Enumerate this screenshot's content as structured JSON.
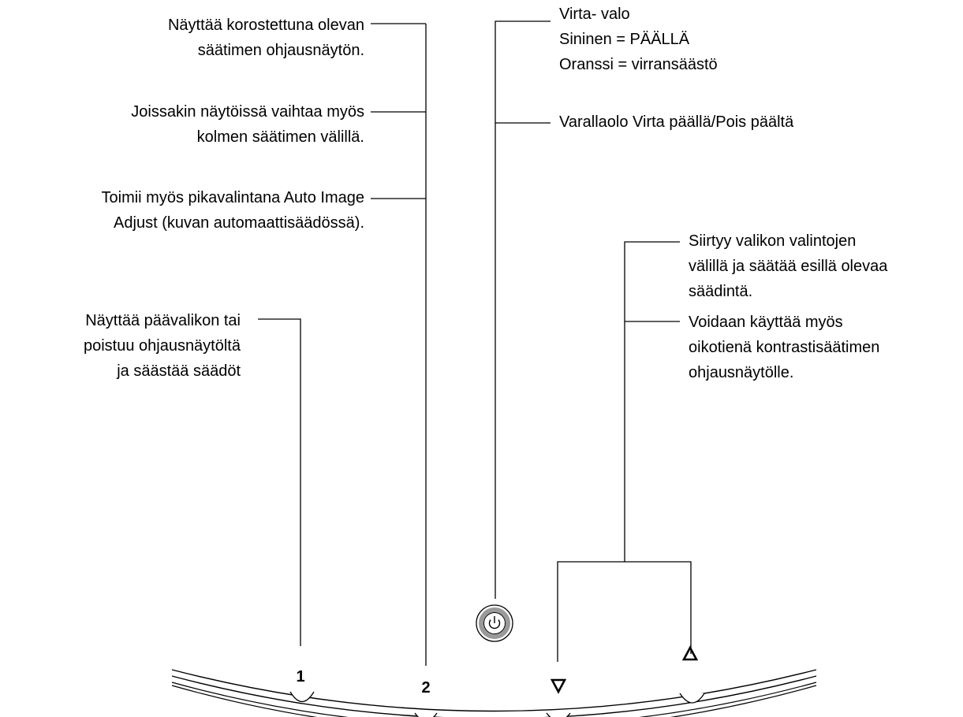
{
  "left_annotations": {
    "osd_text": [
      "Näyttää korostettuna olevan",
      "säätimen ohjausnäytön."
    ],
    "toggle_text": [
      "Joissakin näytöissä vaihtaa myös",
      "kolmen säätimen välillä."
    ],
    "auto_text": [
      "Toimii myös pikavalintana Auto Image",
      "Adjust (kuvan automaattisäädössä)."
    ],
    "menu_text": [
      "Näyttää päävalikon tai",
      "poistuu ohjausnäytöltä",
      "ja säästää säädöt"
    ]
  },
  "power_annotations": {
    "led_text": [
      "Virta- valo",
      "Sininen = PÄÄLLÄ",
      "Oranssi = virransäästö"
    ],
    "standby_text": "Varallaolo Virta päällä/Pois päältä"
  },
  "arrow_annotations": {
    "navigate_text": [
      "Siirtyy valikon valintojen",
      "välillä ja säätää esillä olevaa",
      "säädintä."
    ],
    "contrast_text": [
      "Voidaan käyttää myös",
      "oikotienä kontrastisäätimen",
      "ohjausnäytölle."
    ]
  },
  "bezel_buttons": {
    "button_1": "1",
    "button_2": "2",
    "button_down": "∇",
    "button_up": "∆"
  },
  "colors": {
    "line": "#000000",
    "power_button_ring": "#9a9a9a",
    "background": "#ffffff"
  },
  "icons": [
    "power-icon",
    "down-arrow-icon",
    "up-arrow-icon"
  ]
}
